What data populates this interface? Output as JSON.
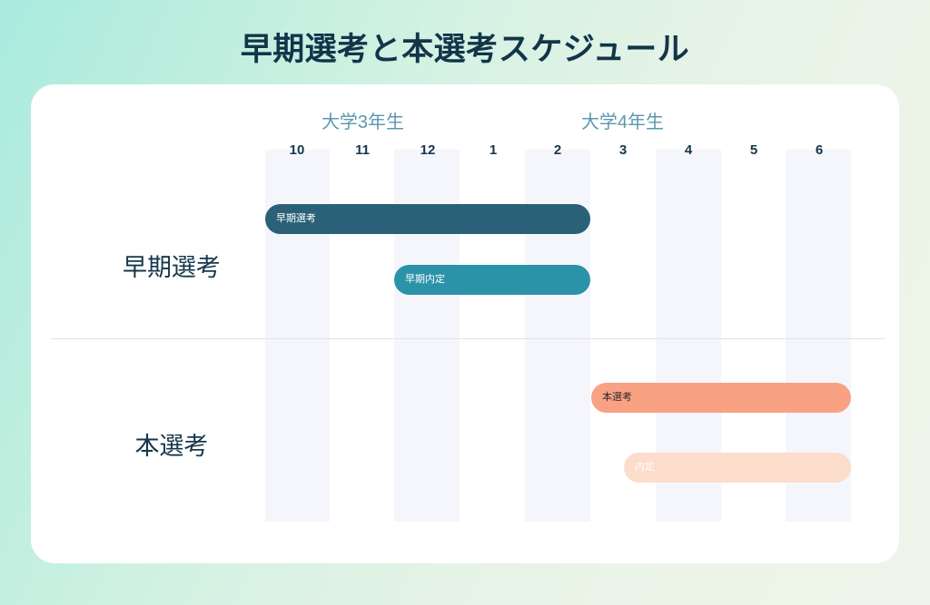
{
  "page": {
    "title": "早期選考と本選考スケジュール",
    "background_from": "#a9ebdf",
    "background_to": "#eef4e9",
    "card_background": "#ffffff"
  },
  "chart_data": {
    "type": "bar",
    "subtype": "gantt-timeline",
    "title": "早期選考と本選考スケジュール",
    "xlabel": "",
    "ylabel": "",
    "grid": "alternating-month-bands",
    "legend_position": "none",
    "categories": [
      "10",
      "11",
      "12",
      "1",
      "2",
      "3",
      "4",
      "5",
      "6"
    ],
    "category_groups": [
      {
        "label": "大学3年生",
        "months": [
          "10",
          "11",
          "12"
        ],
        "start_index": 0,
        "end_index": 2
      },
      {
        "label": "大学4年生",
        "months": [
          "1",
          "2",
          "3",
          "4",
          "5",
          "6"
        ],
        "start_index": 3,
        "end_index": 8
      }
    ],
    "shaded_month_indices": [
      0,
      2,
      4,
      6,
      8
    ],
    "rows": [
      {
        "label": "早期選考",
        "bars": [
          {
            "label": "早期選考",
            "start_month": "10",
            "end_month": "2",
            "start_index": 0,
            "end_index": 4,
            "color": "#2a6178",
            "text_color": "#ffffff"
          },
          {
            "label": "早期内定",
            "start_month": "12",
            "end_month": "2",
            "start_index": 2,
            "end_index": 4,
            "color": "#2a93a8",
            "text_color": "#ffffff"
          }
        ]
      },
      {
        "label": "本選考",
        "bars": [
          {
            "label": "本選考",
            "start_month": "3",
            "end_month": "6",
            "start_index": 5,
            "end_index": 8,
            "color": "#f9a183",
            "text_color": "#2b2b2b"
          },
          {
            "label": "内定",
            "start_month": "3",
            "end_month": "6",
            "start_index": 5,
            "end_index": 8,
            "color": "#fcdccb",
            "text_color": "#ffffff"
          }
        ]
      }
    ]
  },
  "axis": {
    "months": [
      "10",
      "11",
      "12",
      "1",
      "2",
      "3",
      "4",
      "5",
      "6"
    ],
    "year_groups": [
      "大学3年生",
      "大学4年生"
    ]
  },
  "row_labels": [
    "早期選考",
    "本選考"
  ],
  "bar_labels": [
    "早期選考",
    "早期内定",
    "本選考",
    "内定"
  ]
}
